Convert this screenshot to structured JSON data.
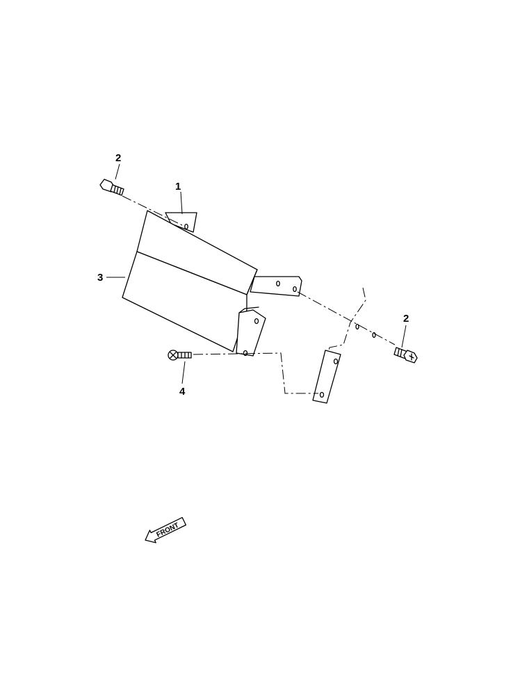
{
  "callouts": {
    "label_1": "1",
    "label_2_left": "2",
    "label_2_right": "2",
    "label_3": "3",
    "label_4": "4"
  },
  "front_arrow": {
    "text": "FRONT"
  },
  "colors": {
    "line": "#000000",
    "background": "#ffffff"
  }
}
